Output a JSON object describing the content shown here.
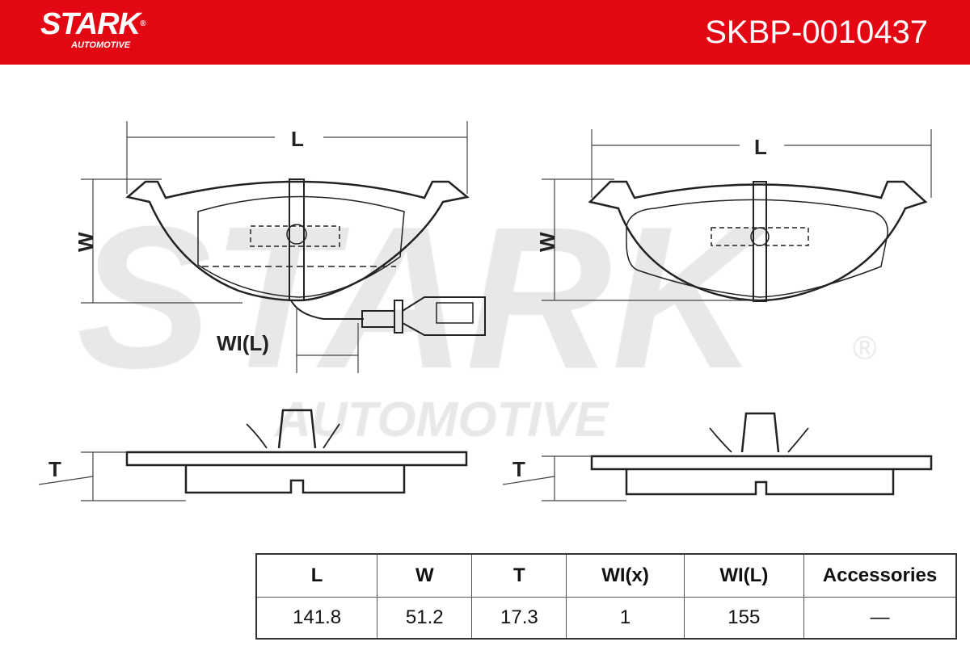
{
  "header": {
    "brand": "STARK",
    "brand_sub": "AUTOMOTIVE",
    "registered": "®",
    "part_number": "SKBP-0010437",
    "color": "#e30613"
  },
  "watermark": {
    "main": "STARK",
    "sub": "AUTOMOTIVE",
    "registered": "®"
  },
  "drawing_labels": {
    "length": "L",
    "width": "W",
    "thickness": "T",
    "wear_indicator_length": "WI(L)"
  },
  "specs": {
    "headers": [
      "L",
      "W",
      "T",
      "WI(x)",
      "WI(L)",
      "Accessories"
    ],
    "values": [
      "141.8",
      "51.2",
      "17.3",
      "1",
      "155",
      "—"
    ]
  }
}
